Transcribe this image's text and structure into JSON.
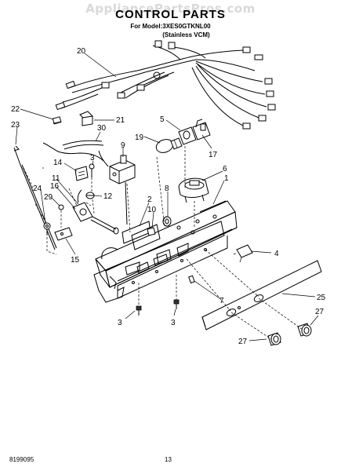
{
  "watermark": "AppliancePartsPros.com",
  "title": "CONTROL PARTS",
  "subtitle_model": "For Model:3XES0GTKNL00",
  "subtitle_finish": "(Stainless VCM)",
  "footer_code": "8199095",
  "page_number": "13",
  "callouts": {
    "c20": "20",
    "c22": "22",
    "c21": "21",
    "c23": "23",
    "c30": "30",
    "c5": "5",
    "c19": "19",
    "c17": "17",
    "c9": "9",
    "c14": "14",
    "c3a": "3",
    "c6": "6",
    "c1": "1",
    "c11": "11",
    "c8": "8",
    "c12": "12",
    "c16": "16",
    "c24": "24",
    "c29": "29",
    "c2": "2",
    "c10": "10",
    "c15": "15",
    "c4": "4",
    "c7": "7",
    "c25": "25",
    "c3b": "3",
    "c3c": "3",
    "c27a": "27",
    "c27b": "27"
  }
}
